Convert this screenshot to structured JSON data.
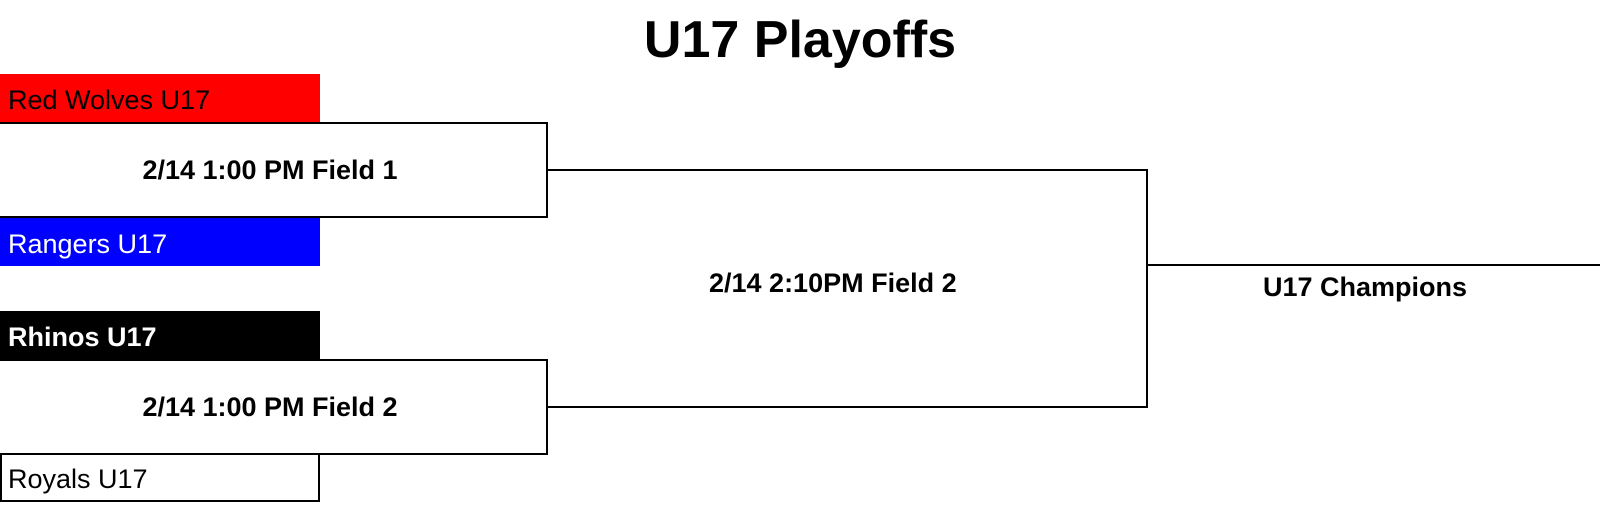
{
  "bracket": {
    "title": "U17 Playoffs",
    "semifinals": [
      {
        "game": "2/14 1:00 PM Field 1",
        "home": {
          "name": "Red Wolves U17",
          "bg": "#ff0000",
          "fg": "#000000"
        },
        "away": {
          "name": "Rangers U17",
          "bg": "#0000ff",
          "fg": "#ffffff"
        }
      },
      {
        "game": "2/14 1:00 PM Field 2",
        "home": {
          "name": "Rhinos U17",
          "bg": "#000000",
          "fg": "#ffffff"
        },
        "away": {
          "name": "Royals U17",
          "bg": "#ffffff",
          "fg": "#000000"
        }
      }
    ],
    "final": {
      "game": "2/14 2:10PM Field 2"
    },
    "champion_label": "U17 Champions"
  }
}
